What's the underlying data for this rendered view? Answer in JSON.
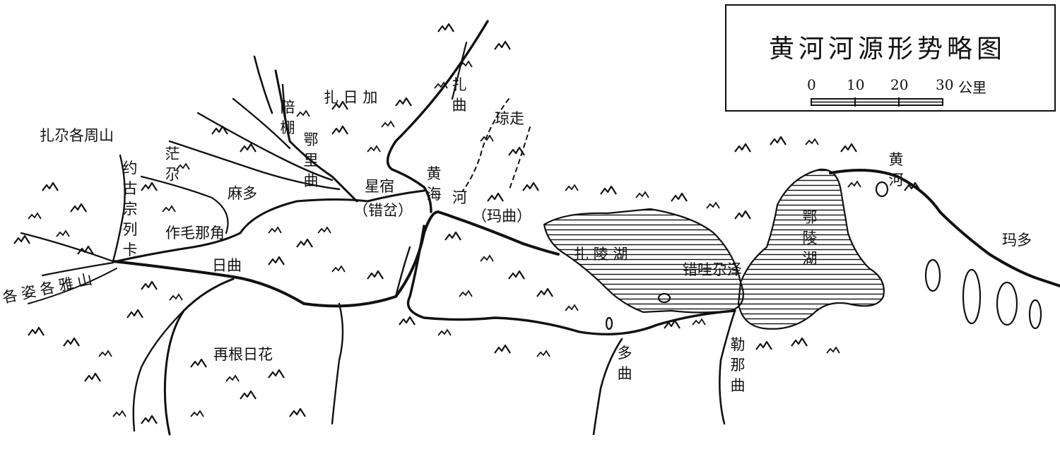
{
  "map": {
    "title": "黄河河源形势略图",
    "scale": {
      "ticks": [
        "0",
        "10",
        "20",
        "30"
      ],
      "unit": "公里"
    },
    "labels": {
      "zhaduogezhou": "扎尕各周山",
      "zarijia": "扎 日 加",
      "qipeng": "陪棚",
      "yueguzonglieka": "约古宗列卡",
      "mangcang": "茫尕",
      "eliqu": "鄂里曲",
      "maduo_ma": "麻多",
      "zuomaonajiao": "作毛那角",
      "xingxiu": "星宿",
      "cuochalabel": "（错岔）",
      "zhaqu": "扎曲",
      "qiongzou": "琼走",
      "huanghai": "黄海",
      "hemaqu_he": "河",
      "maqu_paren": "（玛曲）",
      "zhalinghu": "扎 陵 湖",
      "cuowaerze": "错哇尕泽",
      "elinghu": "鄂陵湖",
      "huanghe_right": "黄河",
      "maduo": "玛多",
      "geziyashan": "各姿各雅山",
      "riqu": "日曲",
      "zaigenrihua": "再根日花",
      "duoqu": "多曲",
      "lenaqu": "勒那曲"
    }
  }
}
